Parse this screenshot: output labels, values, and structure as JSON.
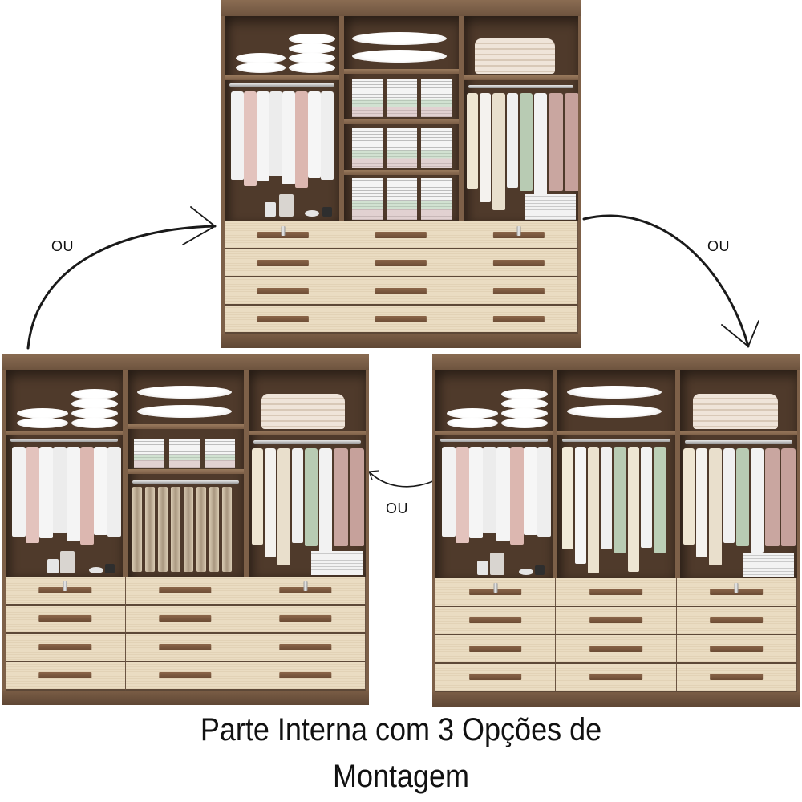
{
  "caption": {
    "line1": "Parte Interna com 3 Opções de",
    "line2": "Montagem"
  },
  "connectors": [
    {
      "label": "OU",
      "from": "bottom-left-wardrobe",
      "to": "top-wardrobe",
      "icon": "curved-arrow-icon"
    },
    {
      "label": "OU",
      "from": "top-wardrobe",
      "to": "bottom-right-wardrobe",
      "icon": "curved-arrow-icon"
    },
    {
      "label": "OU",
      "from": "bottom-right-wardrobe",
      "to": "bottom-left-wardrobe",
      "icon": "curved-arrow-icon"
    }
  ],
  "colors": {
    "frame_wood": "#7d6048",
    "interior_dark": "#4f3a2b",
    "drawer_front": "#e6d7bc",
    "handle": "#7a5840",
    "text": "#111111"
  },
  "wardrobes": [
    {
      "id": "top",
      "option": "Option with folded-clothes shelves in center",
      "columns": [
        {
          "top_shelf": "pillows",
          "middle": "hanging rod with shirts",
          "bottom": "accessories"
        },
        {
          "top_shelf": "pillows",
          "middle": "3 shelves of folded clothes stacks",
          "bottom": "folded stacks"
        },
        {
          "top_shelf": "folded blanket",
          "middle": "hanging rod with shirts/dresses",
          "bottom": "folded towels"
        }
      ],
      "drawers": {
        "rows": 4,
        "columns": 3,
        "locks_on_top_row": [
          0,
          2
        ]
      }
    },
    {
      "id": "bottom-left",
      "option": "Option with shelf and trouser rack in center",
      "columns": [
        {
          "top_shelf": "pillows",
          "middle": "hanging rod with shirts",
          "bottom": "accessories"
        },
        {
          "top_shelf": "pillows",
          "middle": "one shelf of folded stacks + trouser rack",
          "bottom": "trousers"
        },
        {
          "top_shelf": "folded blanket",
          "middle": "hanging rod with shirts/dresses",
          "bottom": "folded towels"
        }
      ],
      "drawers": {
        "rows": 4,
        "columns": 3,
        "locks_on_top_row": [
          0,
          2
        ]
      }
    },
    {
      "id": "bottom-right",
      "option": "Option with full hanging rod in center",
      "columns": [
        {
          "top_shelf": "pillows",
          "middle": "hanging rod with shirts",
          "bottom": "accessories"
        },
        {
          "top_shelf": "pillows",
          "middle": "hanging rod with long garments",
          "bottom": "empty"
        },
        {
          "top_shelf": "folded blanket",
          "middle": "hanging rod with shirts/dresses",
          "bottom": "folded towels"
        }
      ],
      "drawers": {
        "rows": 4,
        "columns": 3,
        "locks_on_top_row": [
          0,
          2
        ]
      }
    }
  ]
}
